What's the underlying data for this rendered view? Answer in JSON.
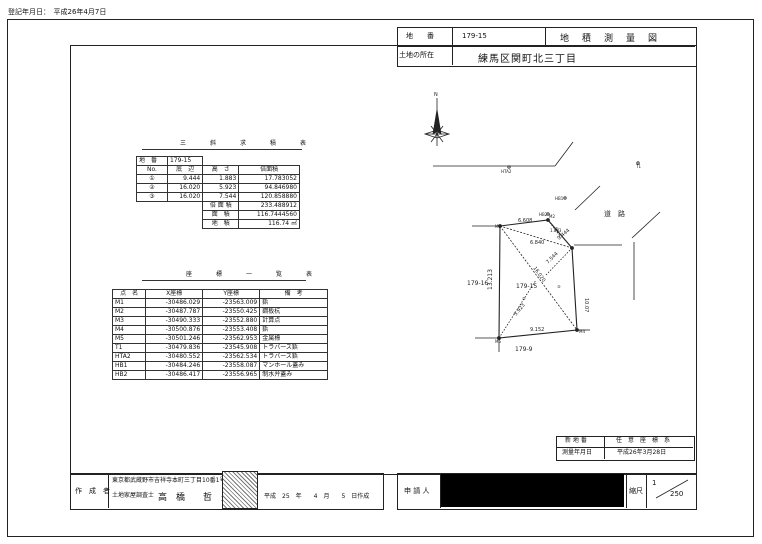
{
  "registration_date": "登記年月日：　平成26年4月7日",
  "header": {
    "lot_label": "地　　番",
    "lot_value": "179-15",
    "survey_title": "地　積　測　量　図",
    "location_label": "土地の所在",
    "location_value": "練馬区関町北三丁目"
  },
  "triangle_table": {
    "title": "三　斜　求　積　表",
    "lot_label": "地　番",
    "lot_value": "179-15",
    "headers": [
      "No.",
      "底　辺",
      "高　さ",
      "倍面積"
    ],
    "rows": [
      [
        "①",
        "9.444",
        "1.883",
        "17.783052"
      ],
      [
        "②",
        "16.020",
        "5.923",
        "94.846980"
      ],
      [
        "③",
        "16.020",
        "7.544",
        "120.858880"
      ]
    ],
    "double_area_label": "倍 面 積",
    "double_area_value": "233.488912",
    "area_label": "面　積",
    "area_value": "116.7444560",
    "land_area_label": "地　積",
    "land_area_value": "116.74 ㎡"
  },
  "coordinate_table": {
    "title": "座　標　一　覧　表",
    "headers": [
      "点　名",
      "X座標",
      "Y座標",
      "備　考"
    ],
    "rows": [
      [
        "M1",
        "-30486.029",
        "-23563.009",
        "鋲"
      ],
      [
        "M2",
        "-30487.787",
        "-23550.425",
        "鋼板杭"
      ],
      [
        "M3",
        "-30490.333",
        "-23552.880",
        "計算点"
      ],
      [
        "M4",
        "-30500.876",
        "-23553.408",
        "鋲"
      ],
      [
        "M5",
        "-30501.246",
        "-23562.953",
        "金属標"
      ],
      [
        "T1",
        "-30479.836",
        "-23545.908",
        "トラバース鋲"
      ],
      [
        "HTA2",
        "-30480.552",
        "-23562.534",
        "トラバース鋲"
      ],
      [
        "HB1",
        "-30484.246",
        "-23558.087",
        "マンホール蓋み"
      ],
      [
        "HB2",
        "-30486.417",
        "-23556.965",
        "制水弁蓋み"
      ]
    ]
  },
  "plot": {
    "north_label": "N",
    "road_label": "道　路",
    "neighbor_left": "179-16",
    "neighbor_bottom": "179-9",
    "lot_center": "179-15",
    "lot_edge_left": "13.213",
    "lot_edge_top": "6.608",
    "lot_edge_right": "10.07",
    "lot_edge_bottom": "9.152",
    "diag_1": "16.020",
    "diag_2": "6.840",
    "diag_3": "9.444",
    "h_1": "1.883",
    "h_2": "5.923",
    "h_3": "7.544",
    "tri_1": "①",
    "tri_2": "②",
    "tri_3": "③",
    "p_M1": "M1",
    "p_M2": "M2",
    "p_M4": "M4",
    "p_M5": "M5",
    "p_T1": "T1",
    "p_HTA2": "HTA2",
    "p_HB1": "HB1",
    "p_HB2": "HB2"
  },
  "record": {
    "purpose_label": "新 地 番",
    "purpose_value": "任　意　座　標　系",
    "date_label": "測量年月日",
    "date_value": "平成26年3月28日"
  },
  "footer": {
    "creator_label": "作　成　者",
    "creator_address": "東京都武蔵野市吉祥寺本町三丁目10番1号",
    "creator_name_prefix": "土地家屋調査士",
    "creator_name": "高　橋　　哲　夫",
    "creation_date": "平成　25　年　　4　月　　5　日作成",
    "applicant_label": "申 請 人",
    "scale_label": "縮尺",
    "scale_num": "1",
    "scale_den": "250"
  }
}
